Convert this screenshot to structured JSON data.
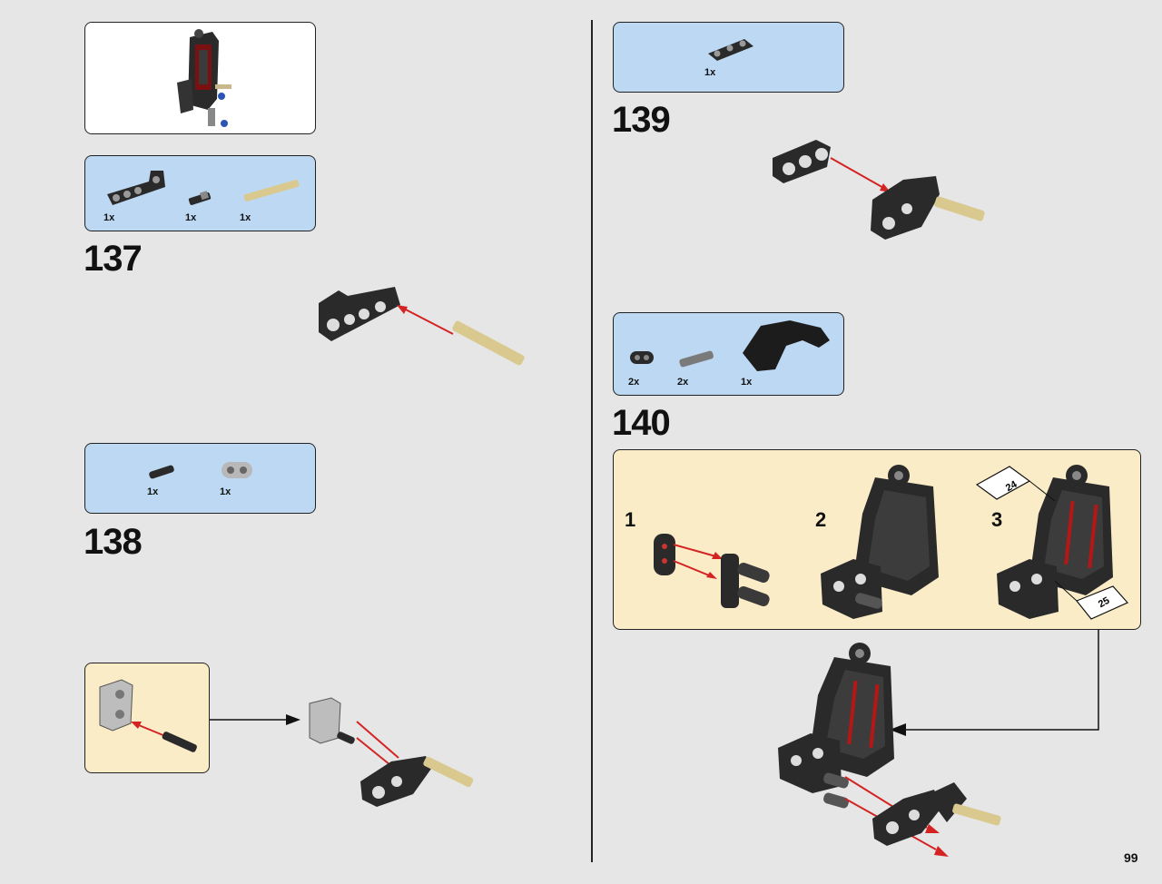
{
  "page_number": "99",
  "steps": {
    "s137": {
      "number": "137",
      "parts": [
        {
          "qty": "1x",
          "icon": "bent-liftarm-icon"
        },
        {
          "qty": "1x",
          "icon": "short-axle-pin-icon"
        },
        {
          "qty": "1x",
          "icon": "tan-axle-icon"
        }
      ]
    },
    "s138": {
      "number": "138",
      "parts": [
        {
          "qty": "1x",
          "icon": "black-pin-icon"
        },
        {
          "qty": "1x",
          "icon": "grey-connector-icon"
        }
      ]
    },
    "s139": {
      "number": "139",
      "parts": [
        {
          "qty": "1x",
          "icon": "beam-3-icon"
        }
      ]
    },
    "s140": {
      "number": "140",
      "parts": [
        {
          "qty": "2x",
          "icon": "round-plate-icon"
        },
        {
          "qty": "2x",
          "icon": "axle-pin-icon"
        },
        {
          "qty": "1x",
          "icon": "curved-panel-icon"
        }
      ],
      "substeps": [
        "1",
        "2",
        "3"
      ],
      "stickers": [
        "24",
        "25"
      ]
    }
  },
  "colors": {
    "parts_callout": "#bcd8f2",
    "subassembly": "#fbecc8",
    "arrow": "#d42323"
  }
}
